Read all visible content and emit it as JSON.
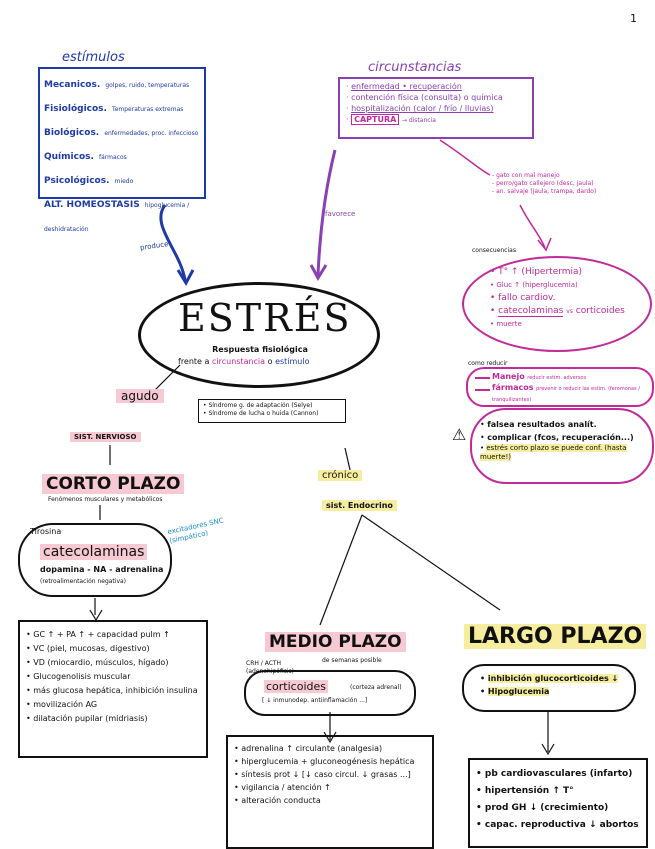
{
  "page_number": "1",
  "estimulos": {
    "title": "estímulos",
    "items": [
      {
        "name": "Mecanicos.",
        "detail": "golpes, ruido, temperaturas"
      },
      {
        "name": "Fisiológicos.",
        "detail": "Temperaturas extremas"
      },
      {
        "name": "Biológicos.",
        "detail": "enfermedades, proc. infeccioso"
      },
      {
        "name": "Químicos.",
        "detail": "fármacos"
      },
      {
        "name": "Psicológicos.",
        "detail": "miedo"
      },
      {
        "name": "ALT. HOMEOSTASIS",
        "detail": "hipoglucemia / deshidratación"
      }
    ],
    "arrow_label": "produce"
  },
  "circunstancias": {
    "title": "circunstancias",
    "items": [
      "enfermedad • recuperación",
      "contención física (consulta) o química",
      "hospitalización (calor / frío / lluvias)",
      "CAPTURA",
      "distancia"
    ],
    "arrow_label": "favorece",
    "notes": [
      "gato con mal manejo",
      "perro/gato callejero (desc, jaula)",
      "an. salvaje (jaula, trampa, dardo)"
    ]
  },
  "center": {
    "title": "ESTRÉS",
    "subtitle": "Respuesta fisiológica",
    "subtitle2": "frente a",
    "circunstancia": "circunstancia",
    "o": "o",
    "estimulo": "estímulo"
  },
  "consecuencias": {
    "label": "consecuencias",
    "items": [
      "T° ↑ (Hipertermia)",
      "Gluc ↑ (hiperglucemia)",
      "fallo cardiov.",
      "catecolaminas",
      "corticoides",
      "muerte"
    ],
    "vs": "vs"
  },
  "como_reducir": {
    "label": "como reducir",
    "items": [
      "Manejo",
      "reducir estím. adversos",
      "fármacos",
      "prevenir o reducir las estím. (feromonas / tranquilizantes)"
    ]
  },
  "warning": {
    "items": [
      "falsea resultados analít.",
      "complicar (fcos, recuperación...)",
      "estrés corto plazo se puede conf. (hasta muerte!)"
    ]
  },
  "agudo": {
    "label": "agudo",
    "system": "SIST. NERVIOSO",
    "notes": [
      "Síndrome g. de adaptación (Selye)",
      "Síndrome de lucha o huida (Cannon)"
    ]
  },
  "corto_plazo": {
    "title": "CORTO PLAZO",
    "subtitle": "Fenómenos musculares y metabólicos",
    "tirosina": "Tirosina",
    "catecolaminas": "catecolaminas",
    "hormones": "dopamina - NA - adrenalina",
    "feedback": "(retroalimentación negativa)",
    "excitadores": "excitadores SNC (simpático)",
    "effects": [
      "GC ↑ + PA ↑ + capacidad pulm ↑",
      "VC (piel, mucosas, digestivo)",
      "VD (miocardio, músculos, hígado)",
      "Glucogenolisis muscular",
      "más glucosa hepática, inhibición insulina",
      "movilización AG",
      "dilatación pupilar (midriasis)"
    ]
  },
  "cronico": {
    "label": "crónico",
    "system": "sist. Endocrino"
  },
  "medio_plazo": {
    "title": "MEDIO PLAZO",
    "subtitle": "de semanas posible",
    "acth": "CRH / ACTH (adenohipófisis)",
    "corticoides": "corticoides",
    "corticoides_detail": "(corteza adrenal)",
    "inmuno": "[ ↓ inmunodep. antiinflamación ...]",
    "effects": [
      "adrenalina ↑ circulante (analgesia)",
      "hiperglucemia + gluconeogénesis hepática",
      "síntesis prot ↓ [↓ caso circul. ↓ grasas ...]",
      "vigilancia / atención ↑",
      "alteración conducta"
    ]
  },
  "largo_plazo": {
    "title": "LARGO PLAZO",
    "subtitle_items": [
      "inhibición glucocorticoides ↓",
      "Hipoglucemia"
    ],
    "effects": [
      "pb cardiovasculares (infarto)",
      "hipertensión ↑ T°",
      "prod GH ↓ (crecimiento)",
      "capac. reproductiva ↓ abortos"
    ]
  },
  "colors": {
    "blue": "#1d3aa6",
    "purple": "#8a3fb5",
    "magenta": "#c22a9a",
    "pink_highlight": "#f7c9d3",
    "yellow_highlight": "#f6ee9e"
  }
}
